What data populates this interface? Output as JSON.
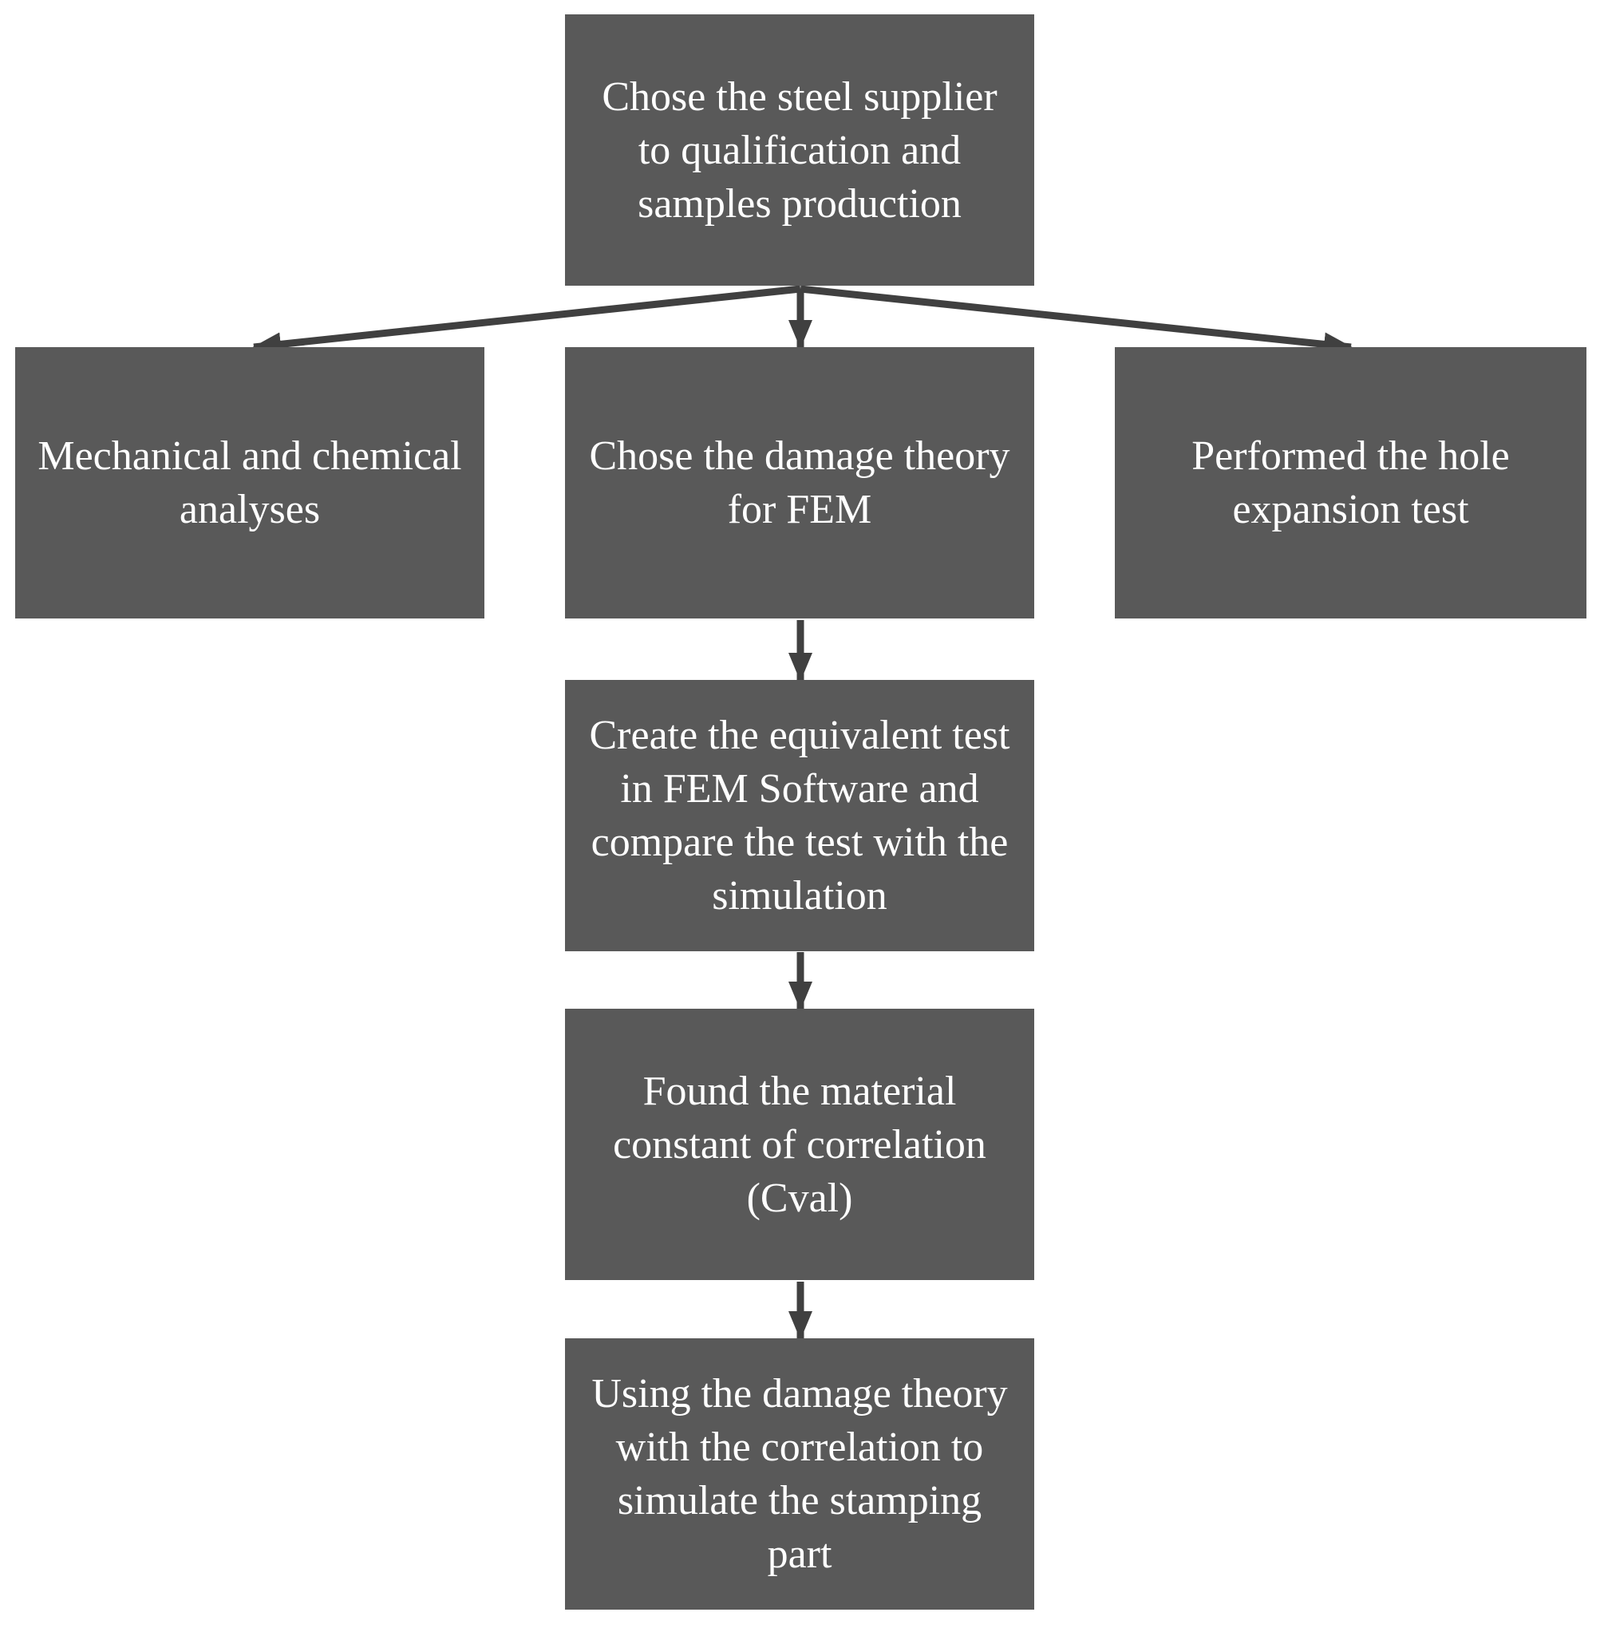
{
  "colors": {
    "box_fill": "#595959",
    "box_text": "#ffffff",
    "arrow": "#404040",
    "background": "#ffffff"
  },
  "nodes": {
    "supplier": "Chose the steel supplier to qualification and samples production",
    "mechanical": "Mechanical and chemical analyses",
    "damage_theory": "Chose the damage theory for FEM",
    "hole_expansion": "Performed the hole expansion test",
    "create_test": "Create the equivalent test in FEM Software and compare the test with the simulation",
    "material_constant": "Found the material constant of correlation (Cval)",
    "using_theory": "Using the damage theory with the correlation to simulate the stamping part"
  },
  "edges": [
    {
      "from": "supplier",
      "to": "mechanical"
    },
    {
      "from": "supplier",
      "to": "damage_theory"
    },
    {
      "from": "supplier",
      "to": "hole_expansion"
    },
    {
      "from": "damage_theory",
      "to": "create_test"
    },
    {
      "from": "create_test",
      "to": "material_constant"
    },
    {
      "from": "material_constant",
      "to": "using_theory"
    }
  ]
}
